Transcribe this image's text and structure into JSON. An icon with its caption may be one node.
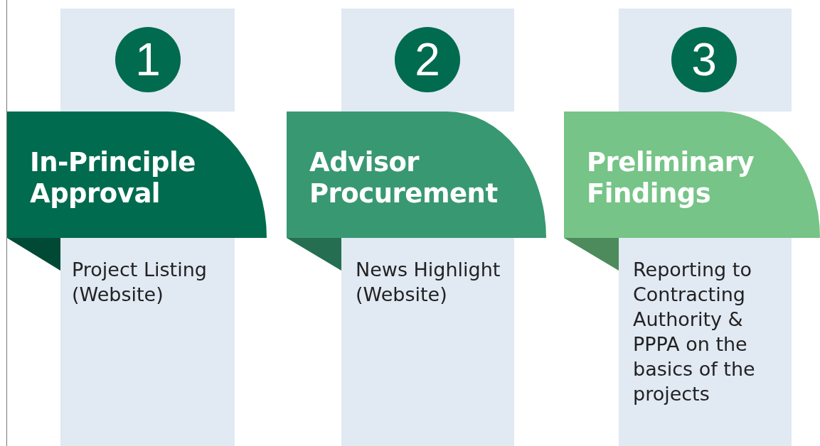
{
  "diagram": {
    "nodes": [
      {
        "text": [
          "1"
        ]
      },
      {
        "text": [
          "In-Principle Approval"
        ]
      },
      {
        "text": [
          "Project Listing (Website)"
        ]
      },
      {
        "text": [
          "2"
        ]
      },
      {
        "text": [
          "Advisor Procurement"
        ]
      },
      {
        "text": [
          "News Highlight (Website)"
        ]
      },
      {
        "text": [
          "3"
        ]
      },
      {
        "text": [
          "Preliminary Findings"
        ]
      },
      {
        "text": [
          "Reporting to Contracting Authority & PPPA on the basics of the projects"
        ]
      }
    ]
  }
}
